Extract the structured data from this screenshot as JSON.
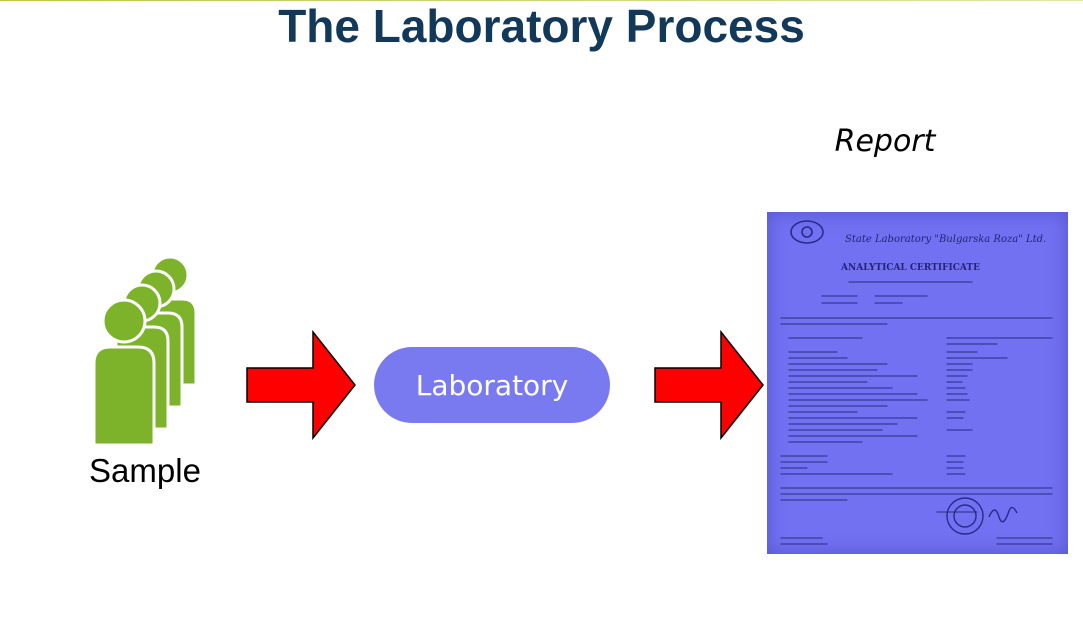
{
  "title": "The Laboratory Process",
  "nodes": {
    "sample": {
      "label": "Sample",
      "icon": "people-group-icon",
      "color": "#7cb32b"
    },
    "laboratory": {
      "label": "Laboratory",
      "color": "#7a7af0"
    },
    "report": {
      "label": "Report",
      "icon": "certificate-document-image",
      "document_text": {
        "header": "State Laboratory \"Bulgarska Roza\" Ltd.",
        "heading": "ANALYTICAL CERTIFICATE"
      }
    }
  },
  "colors": {
    "title": "#12385a",
    "arrow": "#ff0000",
    "document": "#7171f2"
  }
}
